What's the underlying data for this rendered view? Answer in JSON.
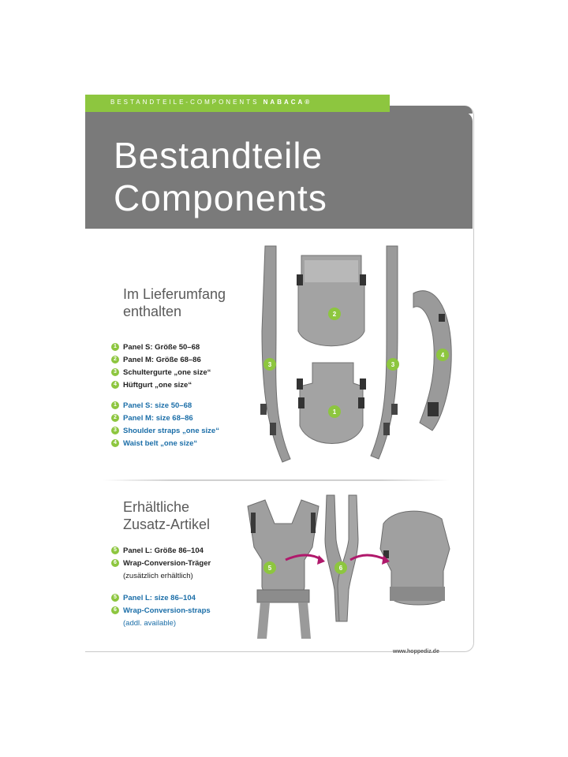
{
  "header": {
    "brand_prefix": "BESTANDTEILE-COMPONENTS",
    "brand_name": "NABACA®",
    "title_line1": "Bestandteile",
    "title_line2": "Components"
  },
  "section_included": {
    "title_line1": "Im Lieferumfang",
    "title_line2": "enthalten",
    "items_de": [
      {
        "num": "1",
        "label": "Panel S: Größe 50–68"
      },
      {
        "num": "2",
        "label": "Panel M: Größe 68–86"
      },
      {
        "num": "3",
        "label": "Schultergurte „one size“"
      },
      {
        "num": "4",
        "label": "Hüftgurt „one size“"
      }
    ],
    "items_en": [
      {
        "num": "1",
        "label": "Panel S: size 50–68"
      },
      {
        "num": "2",
        "label": "Panel M: size 68–86"
      },
      {
        "num": "3",
        "label": "Shoulder straps „one size“"
      },
      {
        "num": "4",
        "label": "Waist belt „one size“"
      }
    ]
  },
  "section_optional": {
    "title_line1": "Erhältliche",
    "title_line2": "Zusatz-Artikel",
    "items_de": [
      {
        "num": "5",
        "label": "Panel L: Größe 86–104"
      },
      {
        "num": "6",
        "label": "Wrap-Conversion-Träger"
      }
    ],
    "note_de": "(zusätzlich erhältlich)",
    "items_en": [
      {
        "num": "5",
        "label": "Panel L: size 86–104"
      },
      {
        "num": "6",
        "label": "Wrap-Conversion-straps"
      }
    ],
    "note_en": "(addl. available)"
  },
  "illustration_badges": {
    "b1": "1",
    "b2": "2",
    "b3a": "3",
    "b3b": "3",
    "b4": "4",
    "b5": "5",
    "b6": "6"
  },
  "footer": {
    "url": "www.hoppediz.de"
  },
  "colors": {
    "accent_green": "#8dc63f",
    "header_grey": "#7a7a7a",
    "english_blue": "#1b6ea8",
    "arrow_magenta": "#b0186b"
  }
}
